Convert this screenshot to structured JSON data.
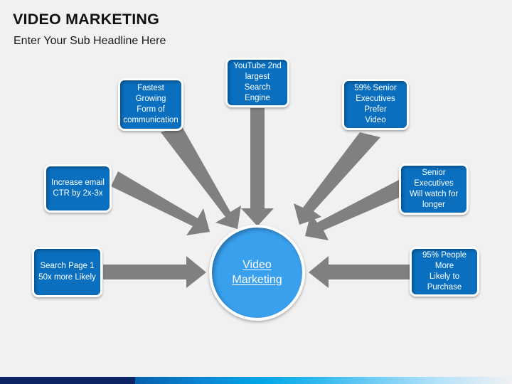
{
  "header": {
    "title": "VIDEO MARKETING",
    "subtitle": "Enter Your Sub Headline Here"
  },
  "center": {
    "label": "Video\nMarketing",
    "color": "#39a0ee"
  },
  "colors": {
    "background": "#f1f1f1",
    "box_blue": "#0a6fbe",
    "arrow_gray": "#808080",
    "bar_navy": "#0d2567",
    "bar_cyan": "#00a6e6",
    "text_white": "#ffffff",
    "title_black": "#111111"
  },
  "boxes": [
    {
      "id": "fastest-growing",
      "label": "Fastest Growing\nForm of\ncommunication"
    },
    {
      "id": "youtube-search",
      "label": "YouTube 2nd\nlargest Search\nEngine"
    },
    {
      "id": "senior-prefer-video",
      "label": "59% Senior\nExecutives Prefer\nVideo"
    },
    {
      "id": "increase-email-ctr",
      "label": "Increase email\nCTR by 2x-3x"
    },
    {
      "id": "senior-watch-longer",
      "label": "Senior Executives\nWill watch for\nlonger"
    },
    {
      "id": "search-page-one",
      "label": "Search Page 1\n50x more Likely"
    },
    {
      "id": "people-purchase",
      "label": "95% People More\nLikely to Purchase"
    }
  ],
  "arrows": [
    {
      "id": "arrow-from-fastest-growing",
      "direction": "down-right"
    },
    {
      "id": "arrow-from-youtube-search",
      "direction": "down"
    },
    {
      "id": "arrow-from-senior-prefer-video",
      "direction": "down-left"
    },
    {
      "id": "arrow-from-increase-email-ctr",
      "direction": "down-right"
    },
    {
      "id": "arrow-from-senior-watch-longer",
      "direction": "down-left"
    },
    {
      "id": "arrow-from-search-page-one",
      "direction": "right"
    },
    {
      "id": "arrow-from-people-purchase",
      "direction": "left"
    }
  ],
  "bottom_bar": {
    "navy_width": 190,
    "gradient_label": "accent-gradient"
  }
}
